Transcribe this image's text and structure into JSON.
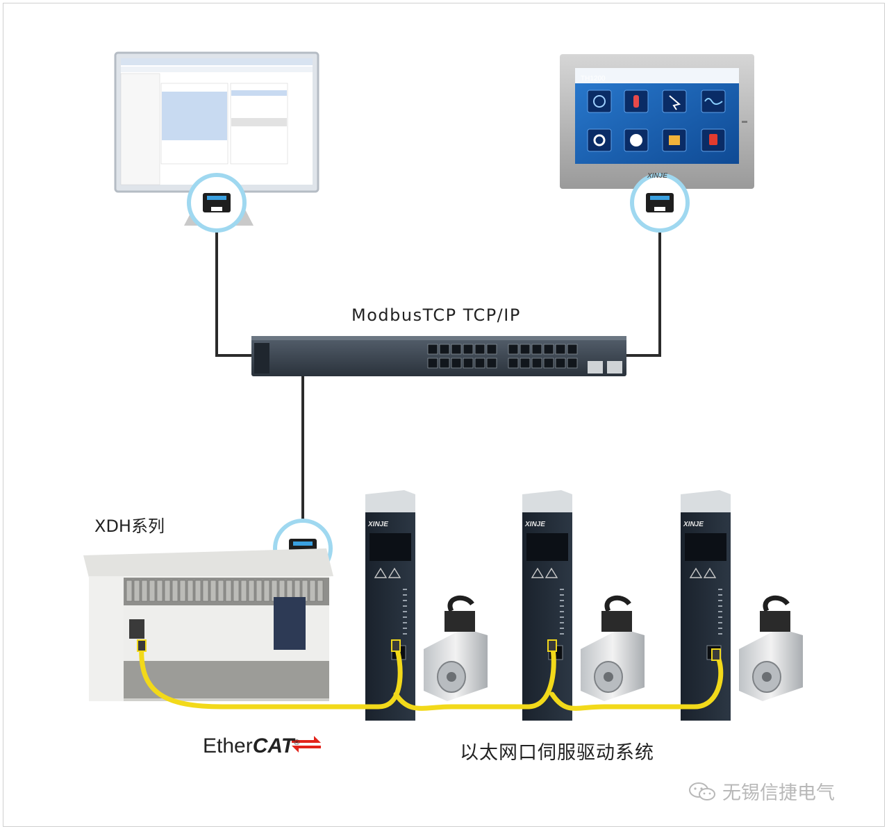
{
  "network": {
    "label": "ModbusTCP  TCP/IP"
  },
  "plc": {
    "label": "XDH系列"
  },
  "fieldbus": {
    "name": "Ether",
    "name_bold": "CAT",
    "registered": "®"
  },
  "servo": {
    "system_label": "以太网口伺服驱动系统",
    "brand": "XINJE"
  },
  "hmi": {
    "model": "TH1200",
    "brand": "XINJE"
  },
  "watermark": {
    "text": "无锡信捷电气"
  },
  "colors": {
    "cable": "#2b2b2b",
    "ethercat_cable": "#f2d91a",
    "port_ring": "#9fd8f0",
    "switch_body": "#3c4652",
    "hmi_screen": "#1b63b5"
  }
}
